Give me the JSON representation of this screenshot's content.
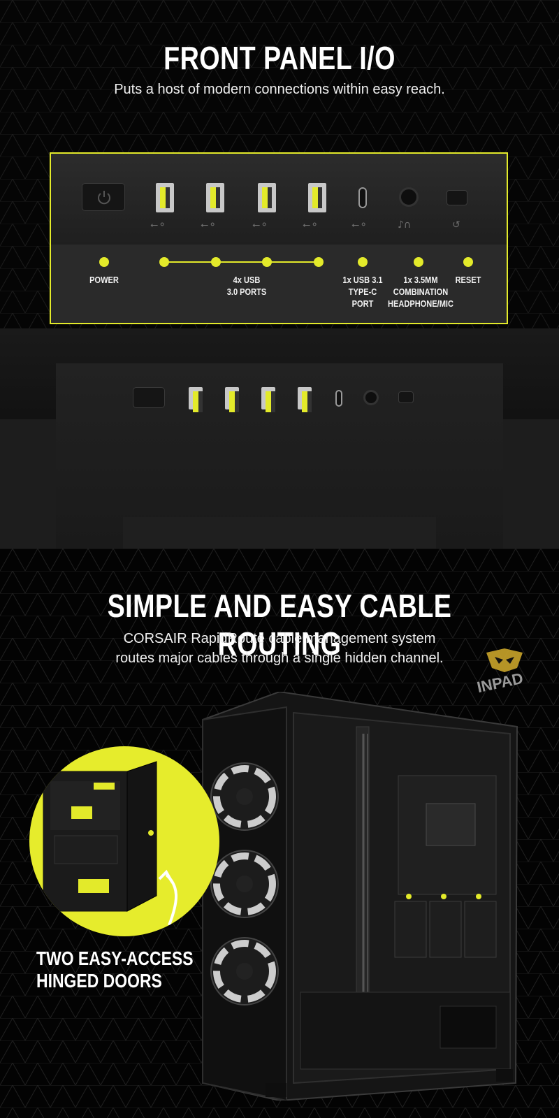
{
  "section1": {
    "title": "FRONT PANEL I/O",
    "subtitle": "Puts a host of modern connections within easy reach.",
    "labels": {
      "power": "POWER",
      "usb_line1": "4x USB",
      "usb_line2": "3.0 PORTS",
      "usbc_line1": "1x USB 3.1",
      "usbc_line2": "TYPE-C",
      "usbc_line3": "PORT",
      "jack_line1": "1x 3.5MM",
      "jack_line2": "COMBINATION",
      "jack_line3": "HEADPHONE/MIC",
      "reset": "RESET"
    }
  },
  "section2": {
    "title": "SIMPLE AND EASY CABLE ROUTING",
    "subtitle_line1": "CORSAIR RapidRoute cable management system",
    "subtitle_line2": "routes major cables through a single hidden channel.",
    "callout_line1": "TWO EASY-ACCESS",
    "callout_line2": "HINGED DOORS"
  },
  "watermark": "INPAD",
  "colors": {
    "accent": "#e3ea2a",
    "background": "#000000",
    "panel": "#2a2a2a"
  }
}
